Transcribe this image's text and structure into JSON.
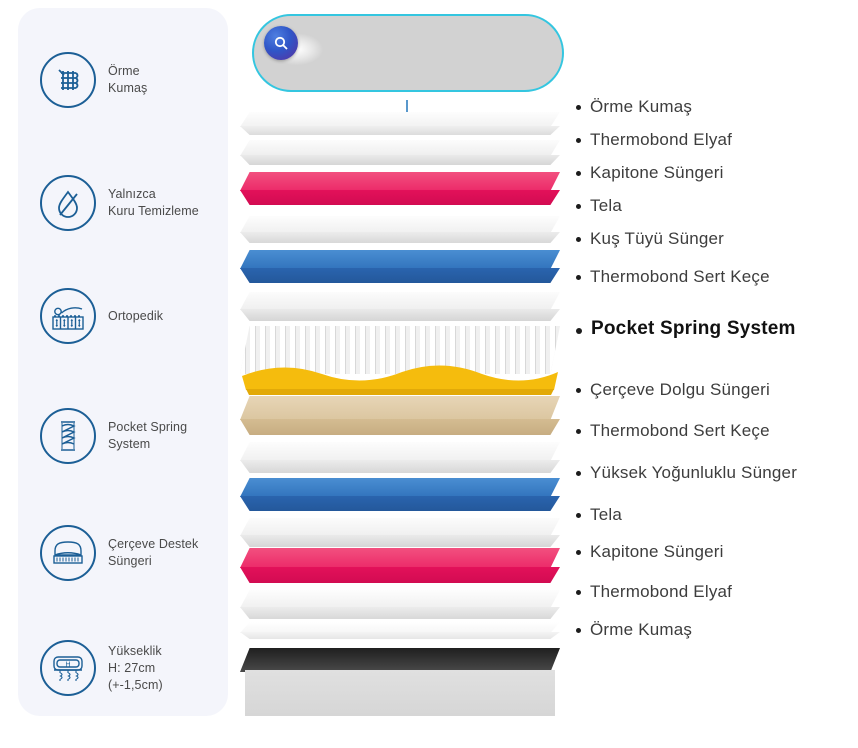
{
  "sidebar": {
    "background_color": "#f4f5fb",
    "accent_color": "#1c5f96",
    "items": [
      {
        "icon": "knit-fabric-icon",
        "label": "Örme\nKumaş"
      },
      {
        "icon": "dry-clean-only-icon",
        "label": "Yalnızca\nKuru Temizleme"
      },
      {
        "icon": "orthopedic-icon",
        "label": "Ortopedik"
      },
      {
        "icon": "pocket-spring-icon",
        "label": "Pocket Spring\nSystem"
      },
      {
        "icon": "frame-support-foam-icon",
        "label": "Çerçeve Destek\nSüngeri"
      },
      {
        "icon": "height-icon",
        "label": "Yükseklik\nH: 27cm\n(+-1,5cm)"
      }
    ]
  },
  "zoom_callout": {
    "badge_icon": "magnifier-icon",
    "border_color": "#34c6e0",
    "connector_icon": "pointer-line-icon"
  },
  "layer_stack": {
    "colors": {
      "pink": "#ea1b60",
      "pink_top": "#f0417f",
      "blue": "#2a64ae",
      "blue_top": "#3f82cb",
      "yellow": "#f5bc0d",
      "tan": "#d9c29a",
      "tan_top": "#e2cfae",
      "white": "#f3f3f3",
      "dark_base": "#3a3a3a",
      "gray_base": "#dedede"
    },
    "layers": [
      {
        "name": "orme-kumas-layer",
        "color": "white"
      },
      {
        "name": "thermobond-elyaf-layer",
        "color": "white"
      },
      {
        "name": "kapitone-sungeri-layer",
        "color": "pink"
      },
      {
        "name": "tela-layer",
        "color": "white"
      },
      {
        "name": "kus-tuyu-sunger-layer",
        "color": "blue"
      },
      {
        "name": "thermobond-sert-kece-layer",
        "color": "white"
      },
      {
        "name": "pocket-spring-system-layer",
        "color": "spring"
      },
      {
        "name": "cerceve-dolgu-sungeri-layer",
        "color": "yellow"
      },
      {
        "name": "yuksek-yogunluklu-sunger-layer",
        "color": "tan"
      },
      {
        "name": "thermobond-sert-kece-2-layer",
        "color": "white"
      },
      {
        "name": "tela-2-layer",
        "color": "blue"
      },
      {
        "name": "kapitone-sungeri-2-layer",
        "color": "white"
      },
      {
        "name": "thermobond-elyaf-2-layer",
        "color": "pink"
      },
      {
        "name": "orme-kumas-2-layer",
        "color": "white"
      },
      {
        "name": "base-dark-layer",
        "color": "dark_base"
      },
      {
        "name": "base-gray-layer",
        "color": "gray_base"
      }
    ]
  },
  "component_list": {
    "items": [
      {
        "label": "Örme Kumaş",
        "emphasis": false
      },
      {
        "label": "Thermobond Elyaf",
        "emphasis": false
      },
      {
        "label": "Kapitone Süngeri",
        "emphasis": false
      },
      {
        "label": "Tela",
        "emphasis": false
      },
      {
        "label": "Kuş Tüyü Sünger",
        "emphasis": false
      },
      {
        "label": "Thermobond Sert Keçe",
        "emphasis": false
      },
      {
        "label": "Pocket Spring System",
        "emphasis": true
      },
      {
        "label": "Çerçeve Dolgu Süngeri",
        "emphasis": false
      },
      {
        "label": "Thermobond Sert Keçe",
        "emphasis": false
      },
      {
        "label": "Yüksek Yoğunluklu Sünger",
        "emphasis": false
      },
      {
        "label": "Tela",
        "emphasis": false
      },
      {
        "label": "Kapitone Süngeri",
        "emphasis": false
      },
      {
        "label": "Thermobond Elyaf",
        "emphasis": false
      },
      {
        "label": "Örme Kumaş",
        "emphasis": false
      }
    ]
  }
}
